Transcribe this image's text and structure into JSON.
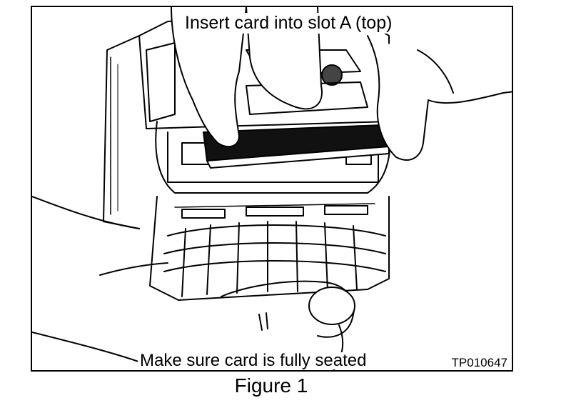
{
  "callouts": {
    "top": "Insert card into slot A (top)",
    "bottom": "Make sure card is fully seated"
  },
  "figure_code": "TP010647",
  "caption": "Figure 1"
}
